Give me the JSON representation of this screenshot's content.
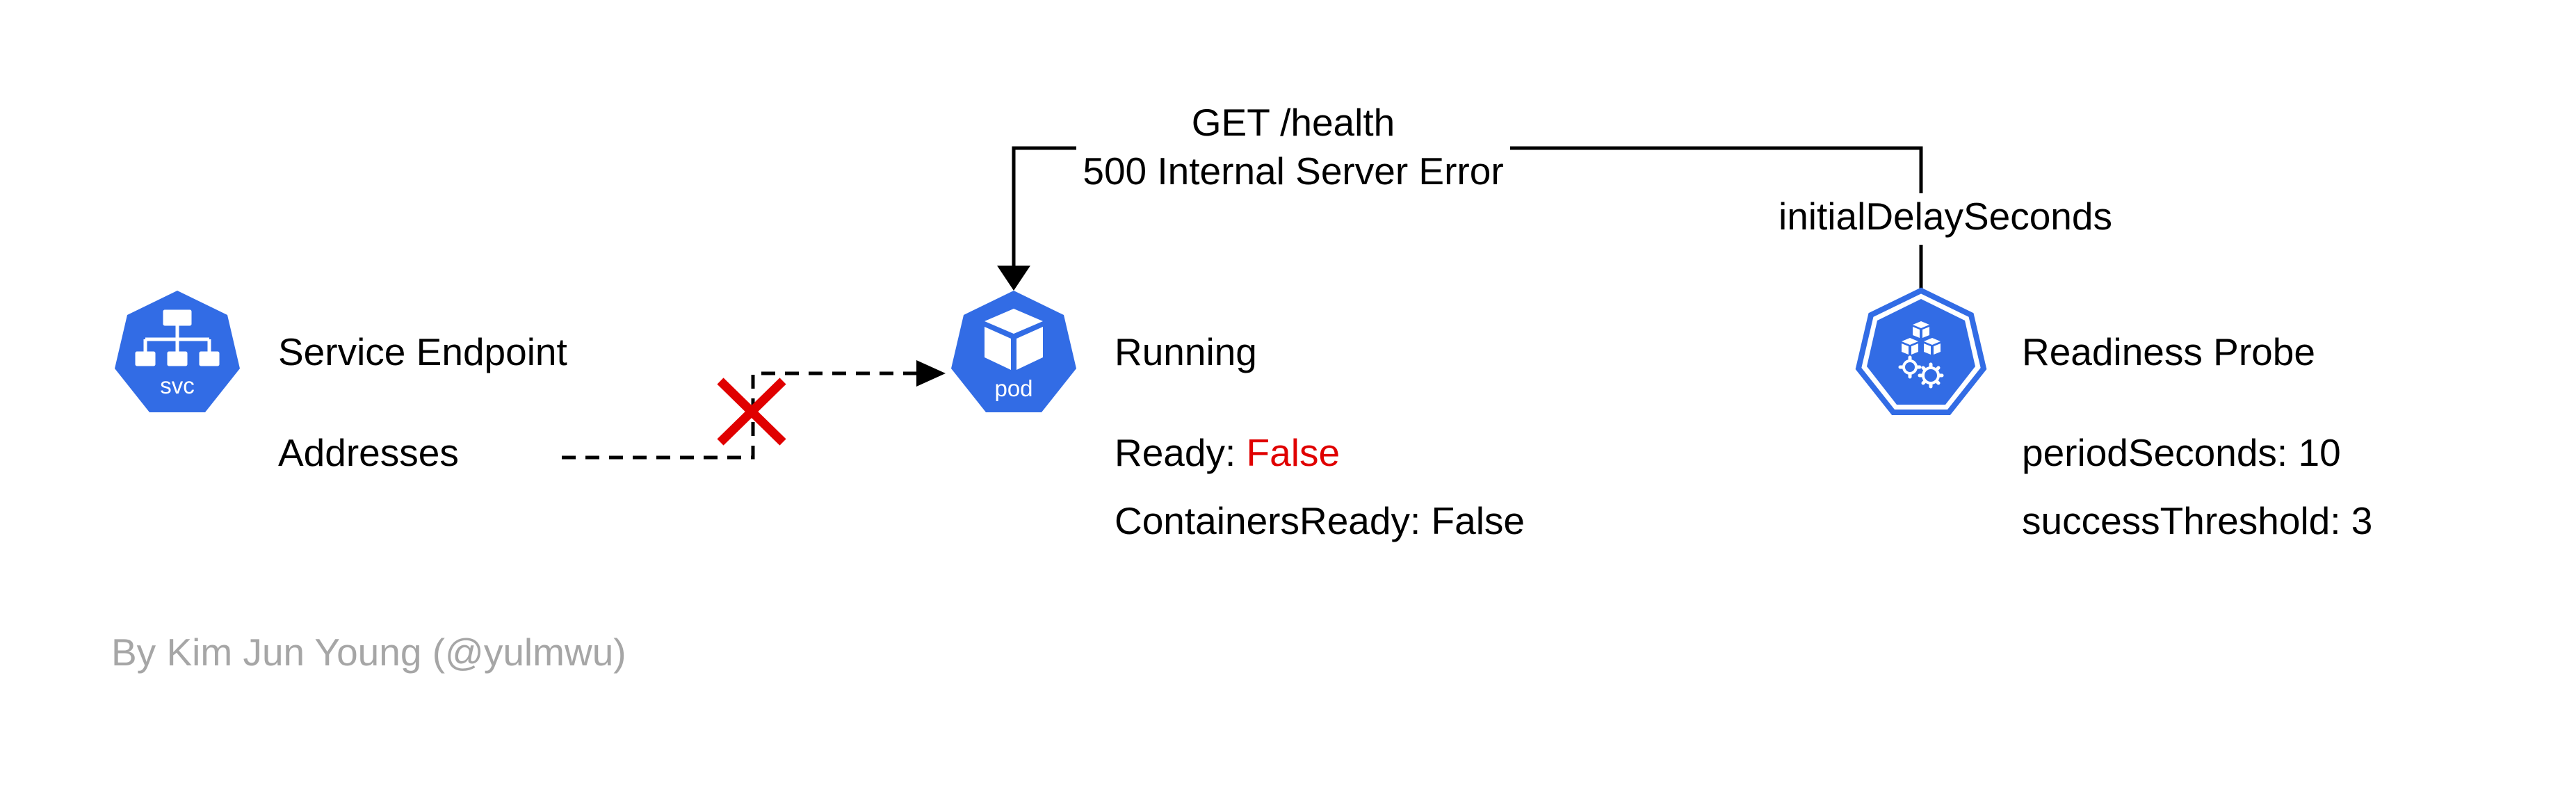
{
  "colors": {
    "k8s_blue": "#326ce5",
    "error_red": "#e00000",
    "credit_gray": "#a6a6a6",
    "line": "#000000"
  },
  "service": {
    "icon": "svc-network-icon",
    "icon_label": "svc",
    "title": "Service Endpoint",
    "addresses_label": "Addresses"
  },
  "pod": {
    "icon": "pod-cube-icon",
    "icon_label": "pod",
    "status": "Running",
    "ready_label": "Ready: ",
    "ready_value": "False",
    "containers_ready": "ContainersReady: False"
  },
  "probe": {
    "icon": "kubelet-cubes-gear-icon",
    "title": "Readiness Probe",
    "period_seconds": "periodSeconds: 10",
    "success_threshold": "successThreshold: 3",
    "initial_delay": "initialDelaySeconds"
  },
  "request": {
    "line1": "GET /health",
    "line2": "500 Internal Server Error"
  },
  "blocked_marker": "x-mark-icon",
  "credit": "By Kim Jun Young (@yulmwu)"
}
